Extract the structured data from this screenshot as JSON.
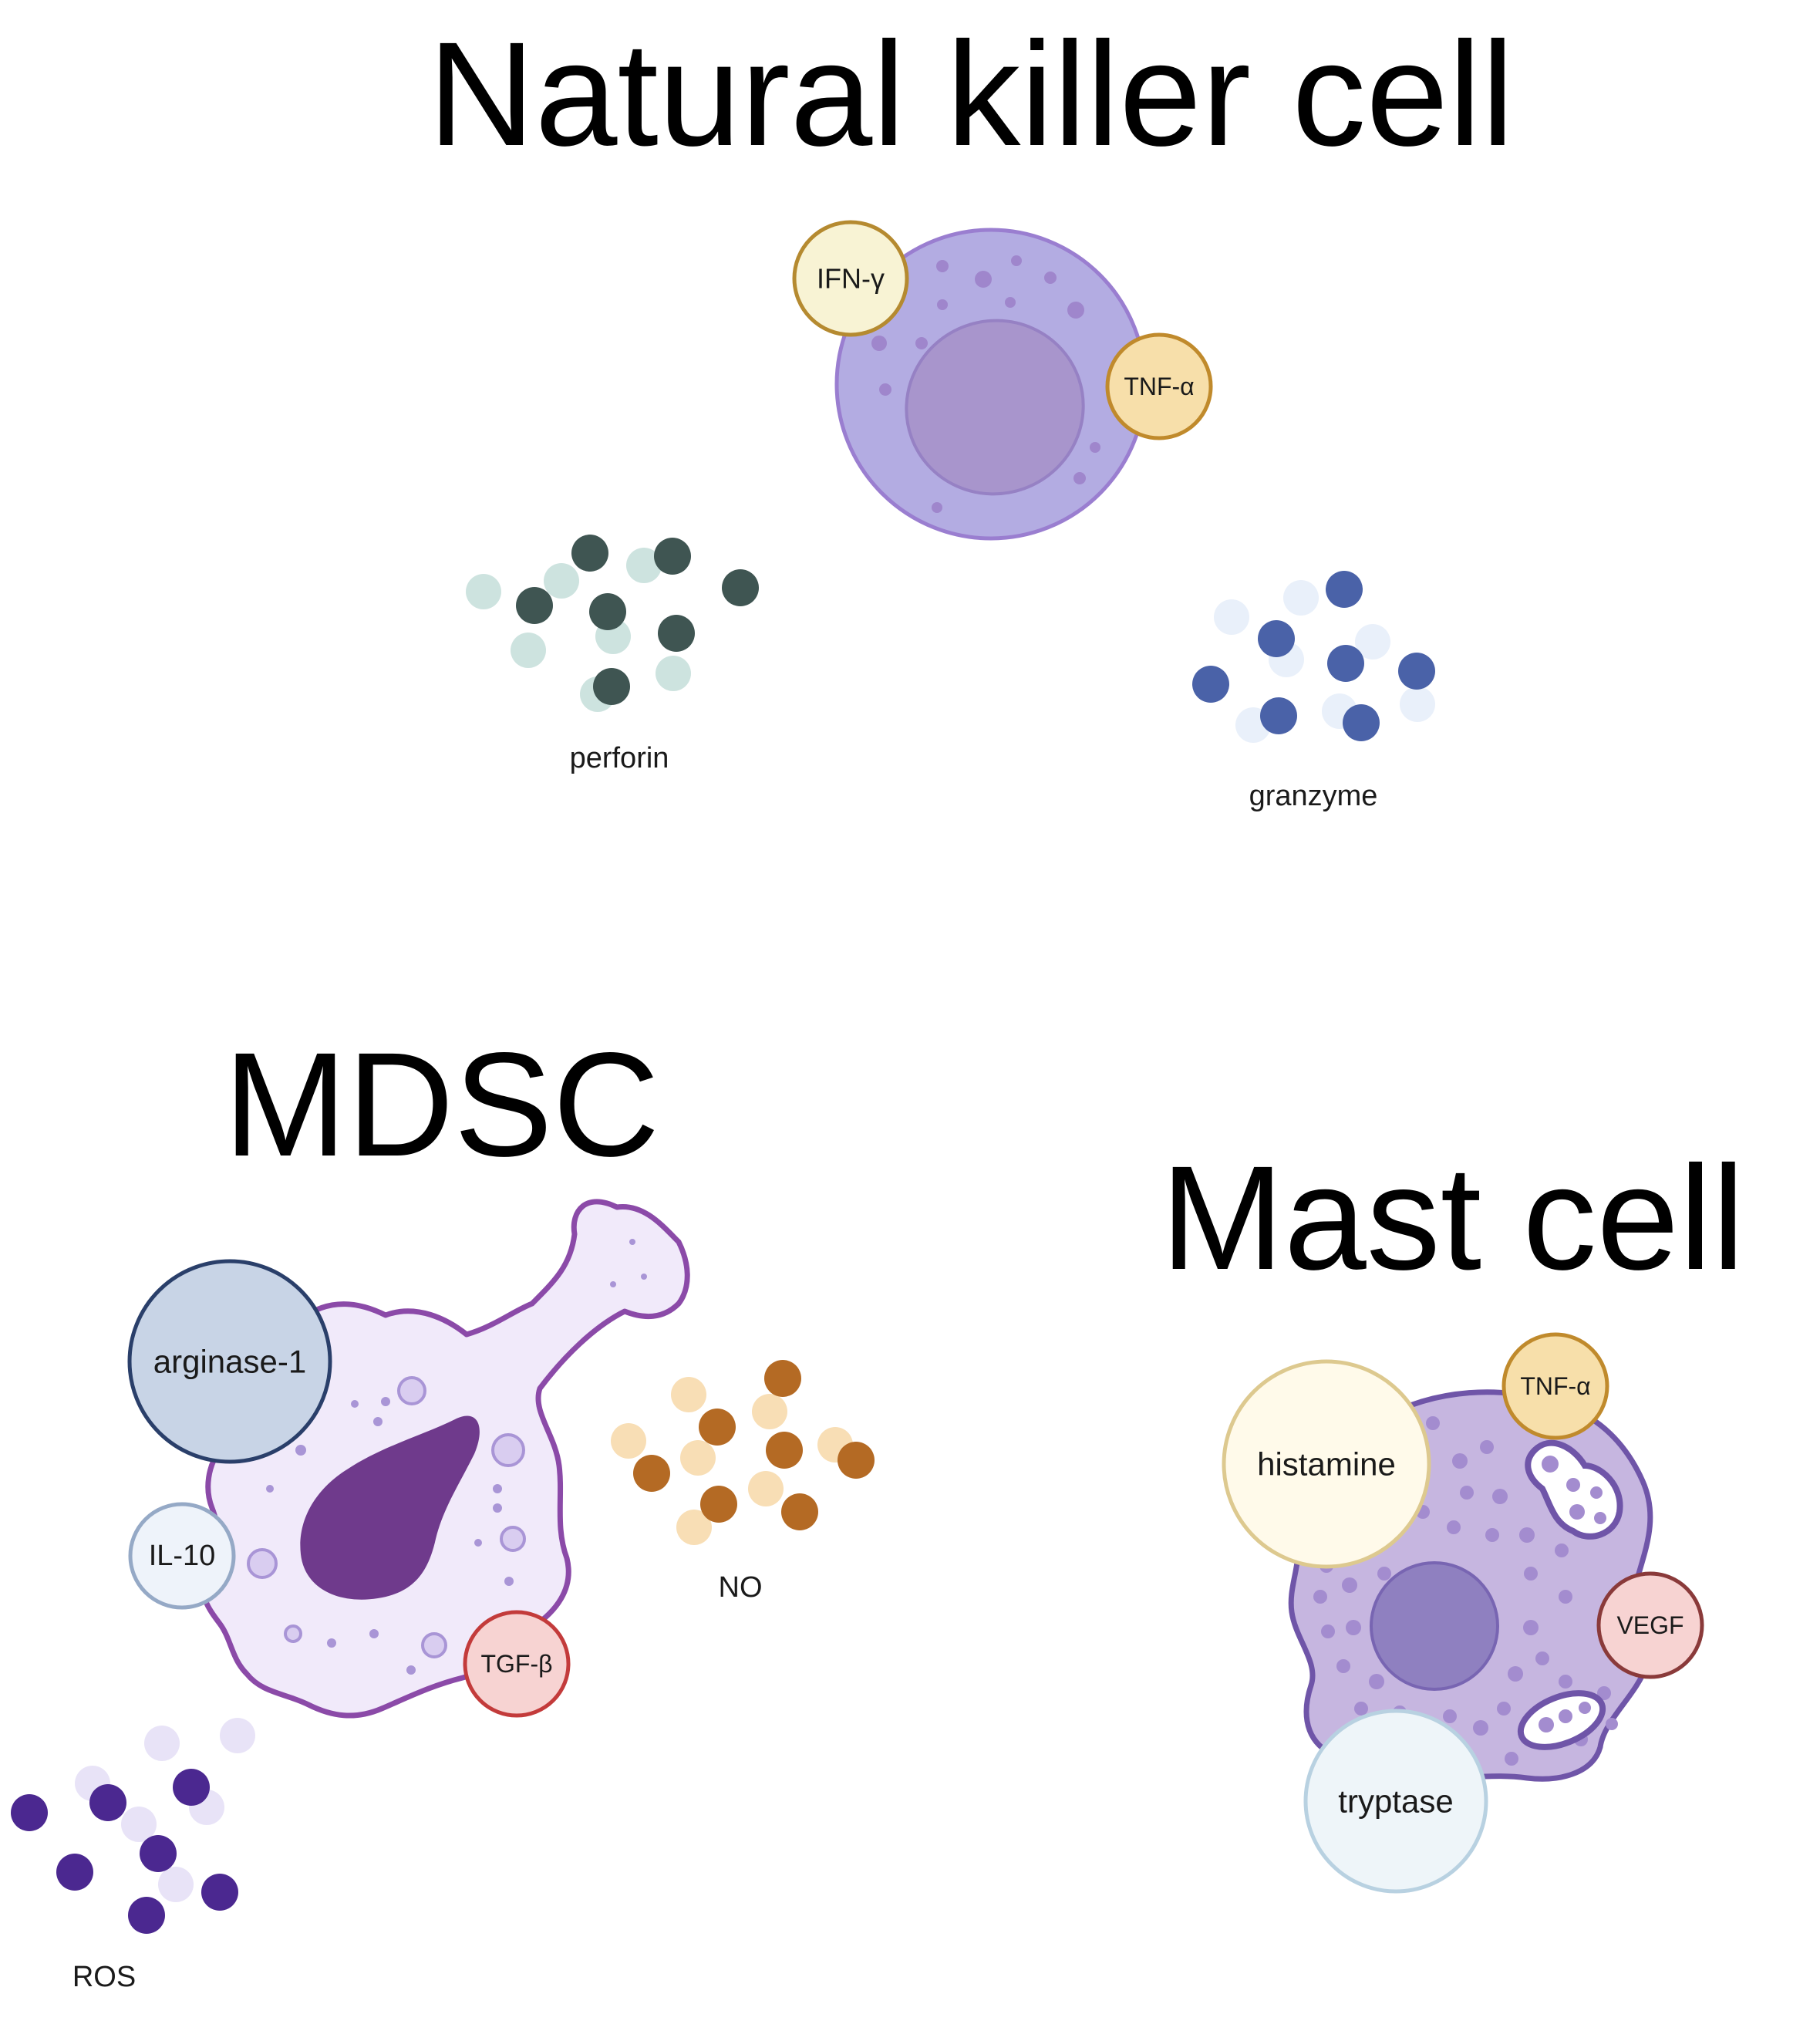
{
  "titles": {
    "nk": "Natural killer cell",
    "mdsc": "MDSC",
    "mast": "Mast cell"
  },
  "nk": {
    "ifn": "IFN-γ",
    "tnf": "TNF-α",
    "perforin": "perforin",
    "granzyme": "granzyme"
  },
  "mdsc": {
    "arginase": "arginase-1",
    "il10": "IL-10",
    "tgf": "TGF-β",
    "no": "NO",
    "ros": "ROS"
  },
  "mast": {
    "tnf": "TNF-α",
    "histamine": "histamine",
    "vegf": "VEGF",
    "tryptase": "tryptase"
  },
  "colors": {
    "nk_cell": "#b3ace2",
    "nk_border": "#9a7ed0",
    "nk_nucleus": "#a895cc",
    "perforin": "#3f5552",
    "granzyme": "#4a62a8",
    "mdsc_cell": "#f1eafa",
    "mdsc_border": "#8b4aa8",
    "mdsc_nucleus": "#6f3a8c",
    "no": "#b46a24",
    "ros": "#4b2890",
    "mast_cell": "#c6b6e0",
    "mast_border": "#6f55a8"
  }
}
